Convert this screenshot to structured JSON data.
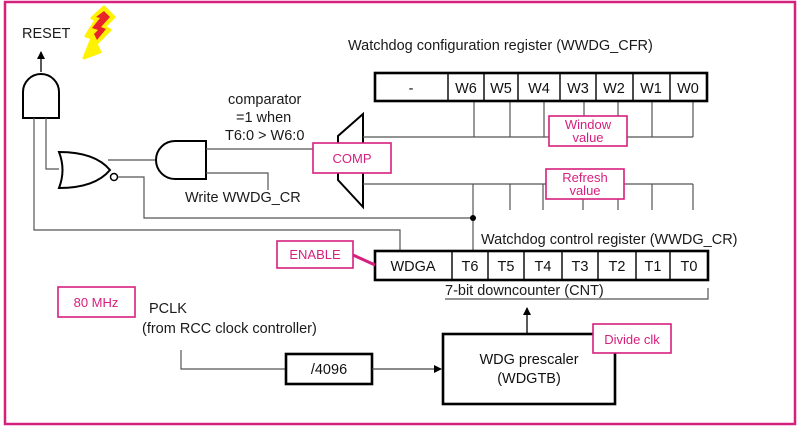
{
  "diagram": {
    "colors": {
      "frame": "#d6207e",
      "annotation": "#d6207e",
      "lightning_outer": "#fff200",
      "lightning_inner": "#e8232a",
      "text": "#1a1a1a"
    },
    "reset_label": "RESET",
    "lightning_icon": "lightning-bolt",
    "cfr": {
      "title": "Watchdog configuration register (WWDG_CFR)",
      "cells": [
        "-",
        "W6",
        "W5",
        "W4",
        "W3",
        "W2",
        "W1",
        "W0"
      ]
    },
    "cr": {
      "title": "Watchdog control register (WWDG_CR)",
      "cells": [
        "WDGA",
        "T6",
        "T5",
        "T4",
        "T3",
        "T2",
        "T1",
        "T0"
      ],
      "counter_label": "7-bit downcounter (CNT)"
    },
    "comparator": {
      "line1": "comparator",
      "line2": "=1 when",
      "line3": "T6:0 > W6:0"
    },
    "write_label": "Write WWDG_CR",
    "pclk": {
      "line1": "PCLK",
      "line2": "(from RCC clock controller)"
    },
    "divider_label": "/4096",
    "prescaler": {
      "line1": "WDG prescaler",
      "line2": "(WDGTB)"
    },
    "annotations": {
      "comp": "COMP",
      "window_line1": "Window",
      "window_line2": "value",
      "refresh_line1": "Refresh",
      "refresh_line2": "value",
      "enable": "ENABLE",
      "freq": "80 MHz",
      "divide": "Divide clk"
    }
  }
}
